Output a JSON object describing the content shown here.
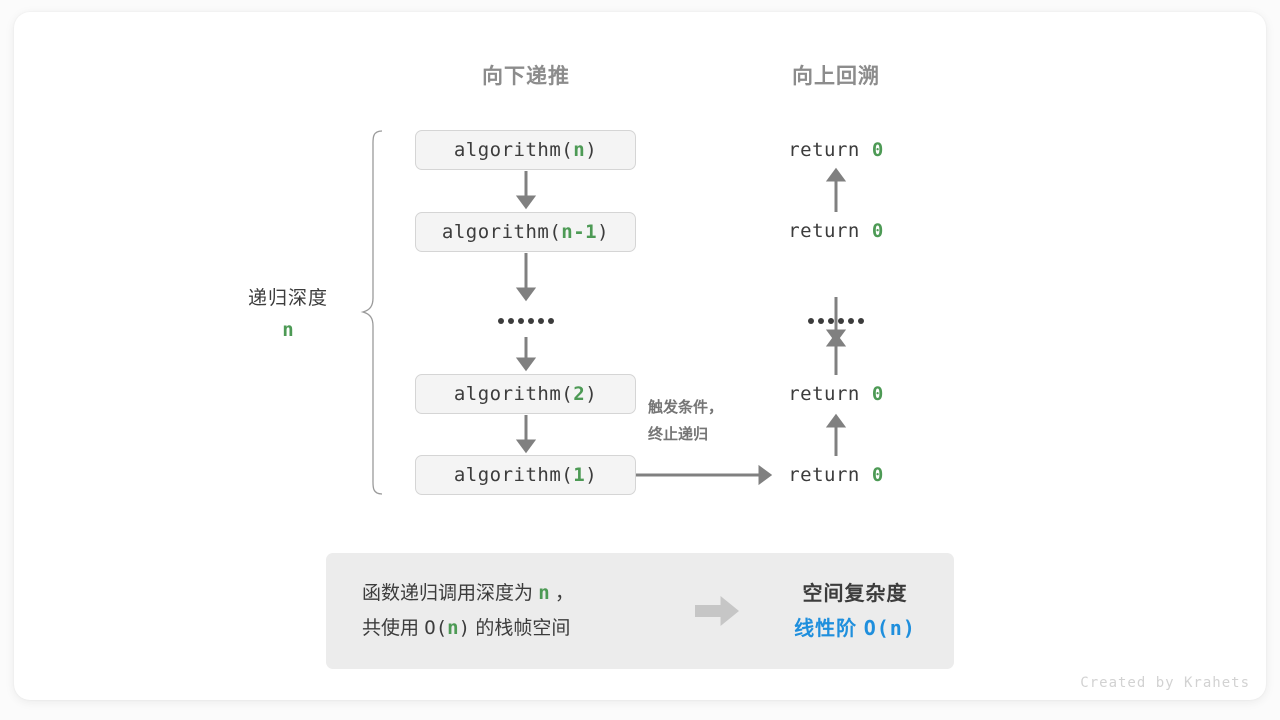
{
  "canvas": {
    "background": "#fbfbfb",
    "card_background": "#ffffff"
  },
  "colors": {
    "accent_green": "#4d9a55",
    "accent_blue": "#1f8fdd",
    "gray_text": "#3c3c3c",
    "gray_heading": "#8c8c8c",
    "box_fill": "#f4f4f4",
    "box_border": "#d5d5d5",
    "panel_fill": "#ececec",
    "arrow_gray": "#808080"
  },
  "headings": {
    "down": "向下递推",
    "up": "向上回溯"
  },
  "depth": {
    "label": "递归深度",
    "value": "n"
  },
  "calls": [
    {
      "name": "algorithm(",
      "arg": "n",
      "close": ")"
    },
    {
      "name": "algorithm(",
      "arg": "n-1",
      "close": ")"
    },
    {
      "name": "algorithm(",
      "arg": "2",
      "close": ")"
    },
    {
      "name": "algorithm(",
      "arg": "1",
      "close": ")"
    }
  ],
  "returns": [
    {
      "keyword": "return ",
      "value": "0"
    },
    {
      "keyword": "return ",
      "value": "0"
    },
    {
      "keyword": "return ",
      "value": "0"
    },
    {
      "keyword": "return ",
      "value": "0"
    }
  ],
  "ellipsis": {
    "dot_count": 6
  },
  "note": {
    "line1": "触发条件，",
    "line2": "终止递归"
  },
  "summary": {
    "left_line1_a": "函数递归调用深度为 ",
    "left_line1_n": "n",
    "left_line1_b": " ，",
    "left_line2_a": "共使用 ",
    "left_line2_o": "O(",
    "left_line2_n": "n",
    "left_line2_c": ")",
    "left_line2_b": " 的栈帧空间",
    "arrow_icon": "right-block-arrow-icon",
    "right_title": "空间复杂度",
    "right_value_text": "线性阶 ",
    "right_value_mono": "O(n)"
  },
  "credit": "Created by Krahets"
}
